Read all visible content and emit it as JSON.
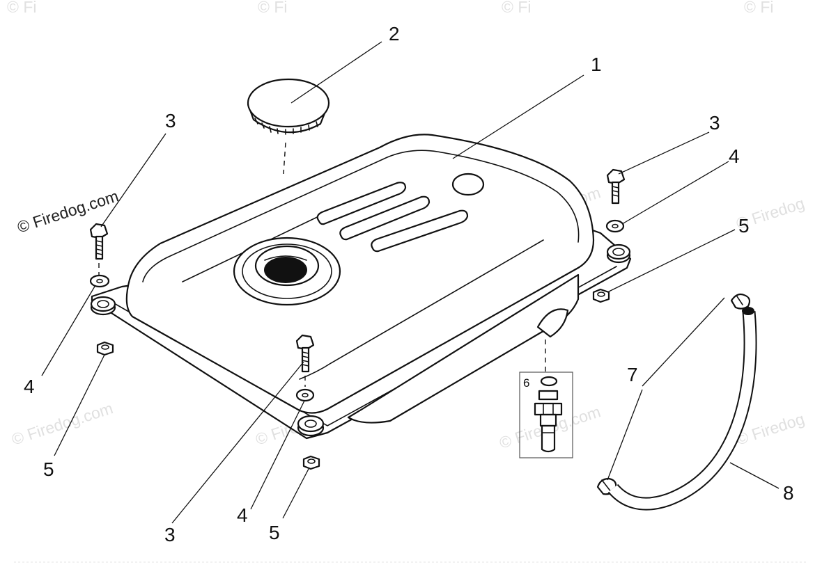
{
  "watermark": {
    "text": "© Firedog.com",
    "text_short": "© Firedog",
    "text_fragment": "© Fi",
    "text_mid": "Firedog.com"
  },
  "callouts": [
    {
      "id": "fuel-tank",
      "label": "1"
    },
    {
      "id": "fuel-cap",
      "label": "2"
    },
    {
      "id": "bolt-left",
      "label": "3"
    },
    {
      "id": "bolt-right",
      "label": "3"
    },
    {
      "id": "bolt-front",
      "label": "3"
    },
    {
      "id": "washer-left",
      "label": "4"
    },
    {
      "id": "washer-right",
      "label": "4"
    },
    {
      "id": "washer-front",
      "label": "4"
    },
    {
      "id": "nut-left",
      "label": "5"
    },
    {
      "id": "nut-right",
      "label": "5"
    },
    {
      "id": "nut-front",
      "label": "5"
    },
    {
      "id": "fuel-valve",
      "label": "6"
    },
    {
      "id": "hose-clamp",
      "label": "7"
    },
    {
      "id": "fuel-hose",
      "label": "8"
    }
  ]
}
